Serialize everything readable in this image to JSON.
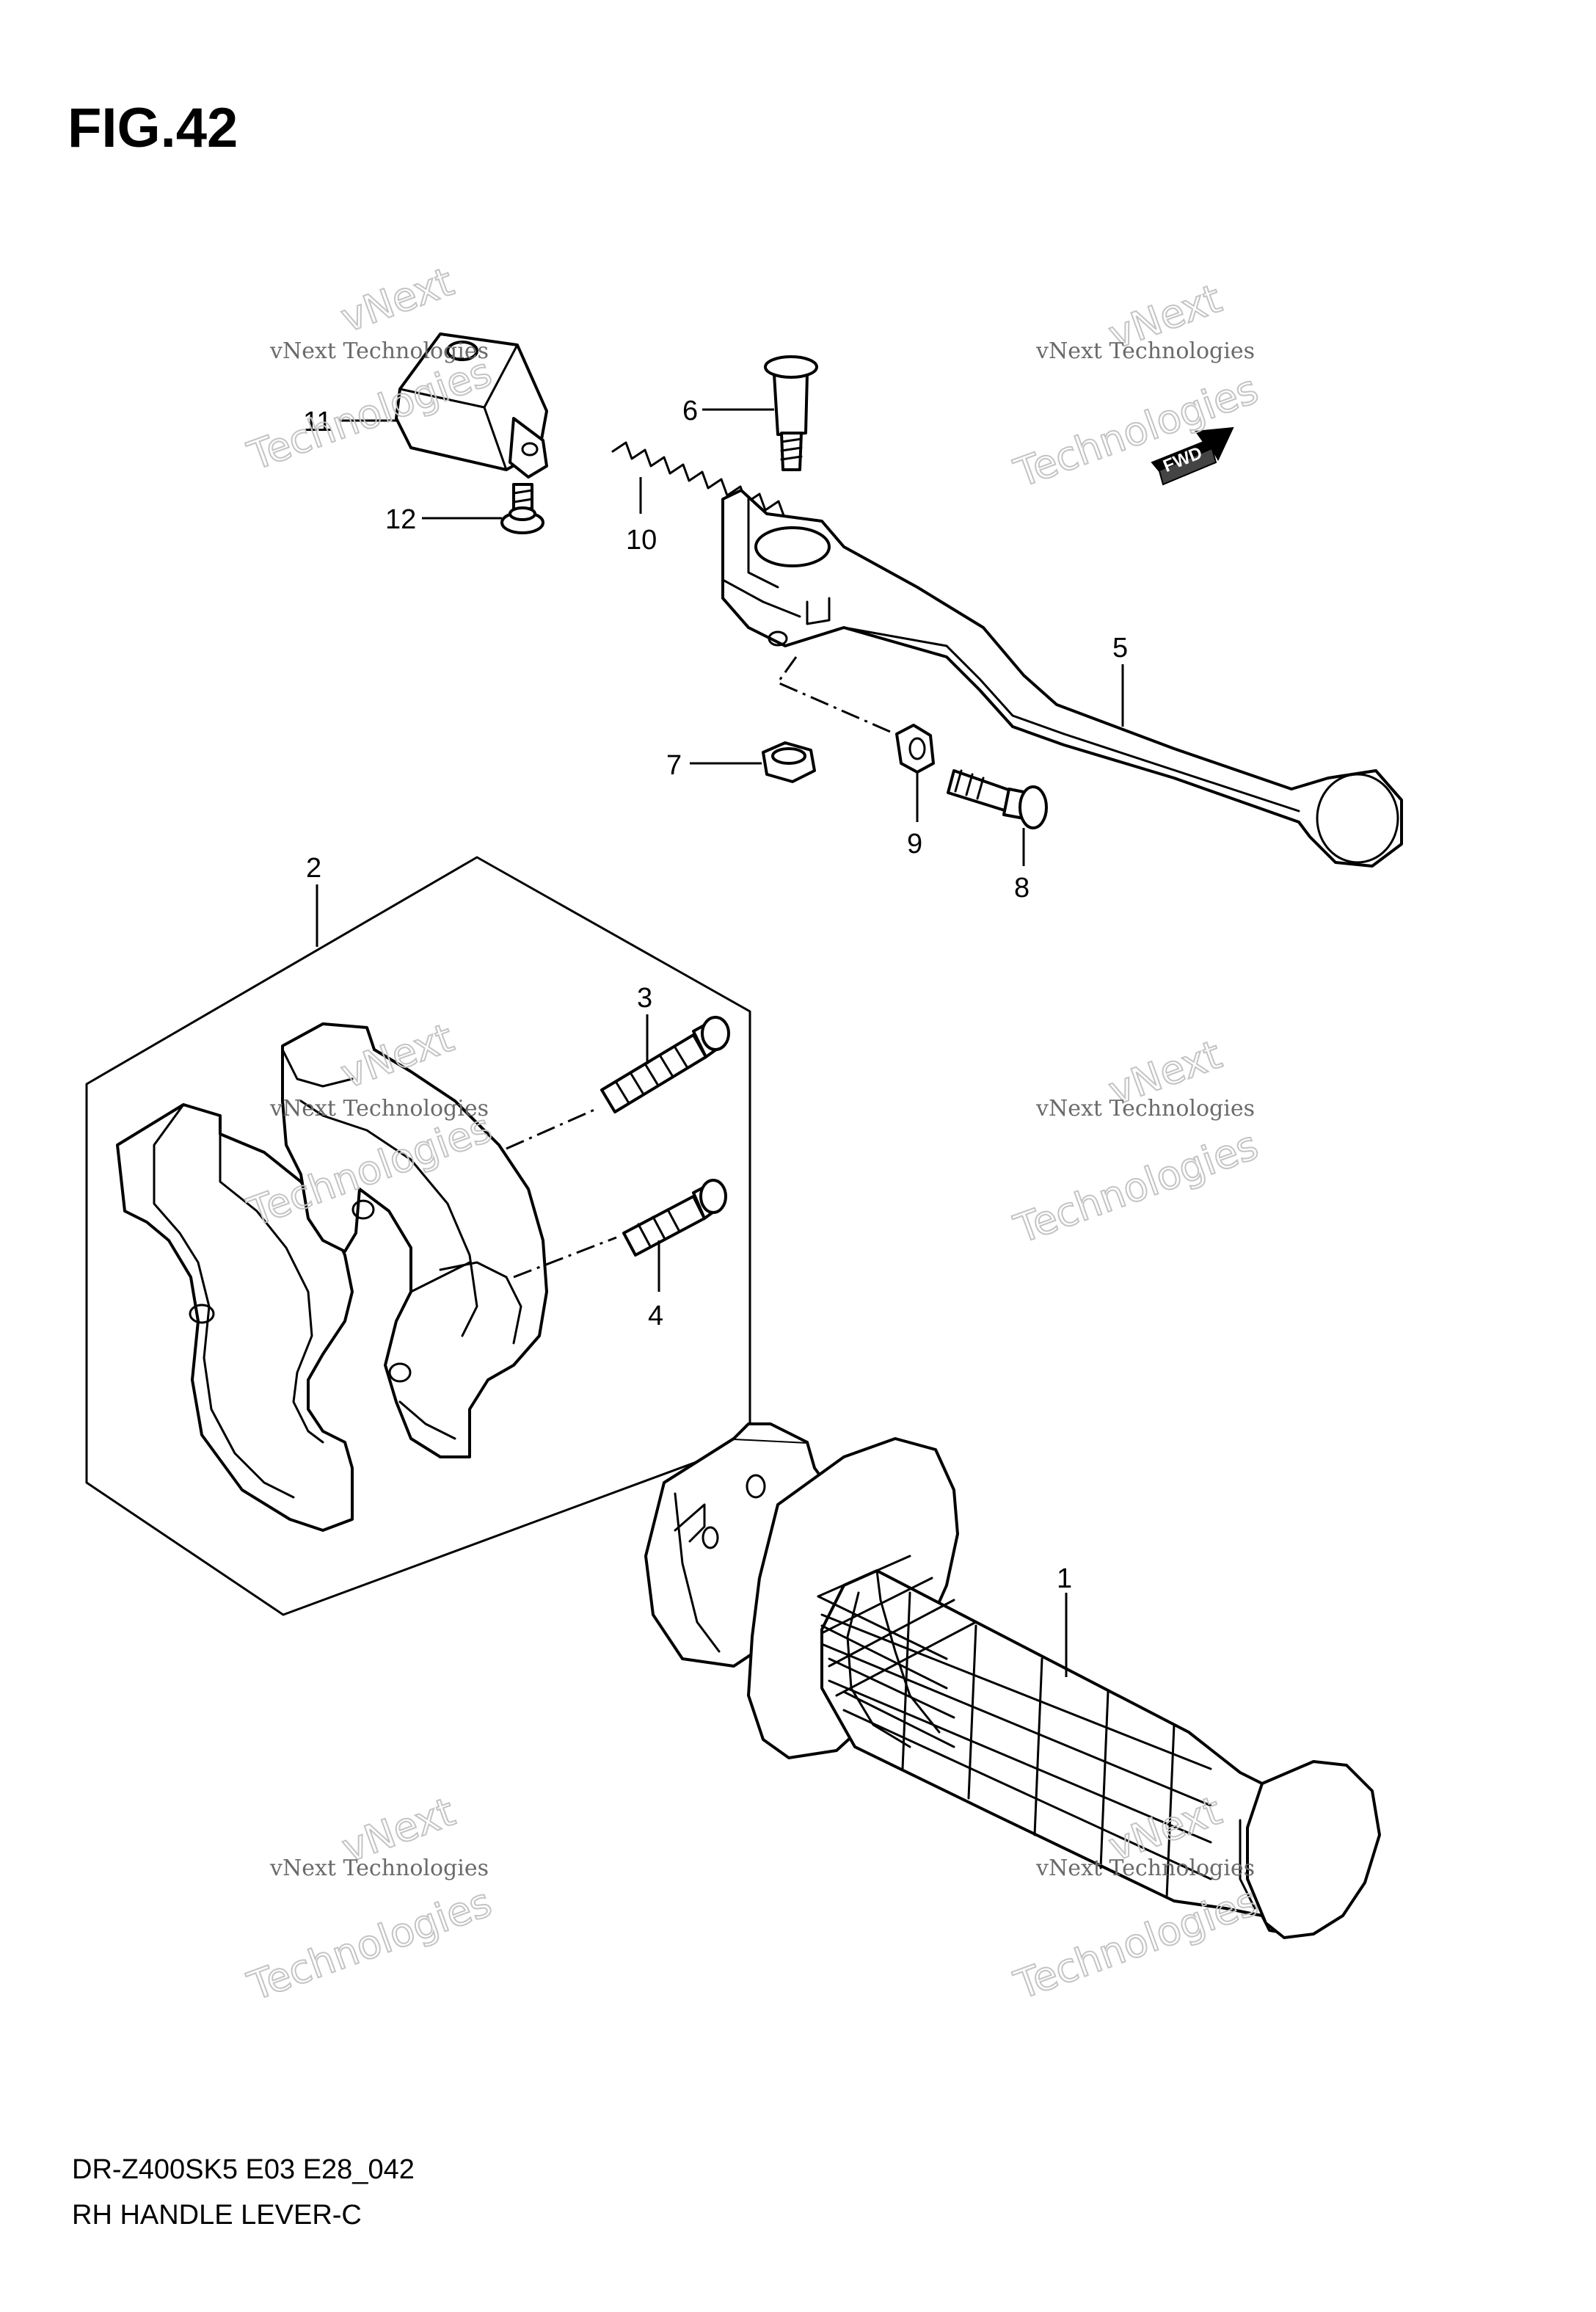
{
  "figure": {
    "title": "FIG.42",
    "model_code": "DR-Z400SK5 E03 E28_042",
    "caption": "RH HANDLE LEVER-C"
  },
  "callouts": [
    "1",
    "2",
    "3",
    "4",
    "5",
    "6",
    "7",
    "8",
    "9",
    "10",
    "11",
    "12"
  ],
  "watermark": {
    "line1": "vNext Technologies",
    "line2": "Technologies",
    "line3": "vNext"
  },
  "fwd_label": "FWD"
}
